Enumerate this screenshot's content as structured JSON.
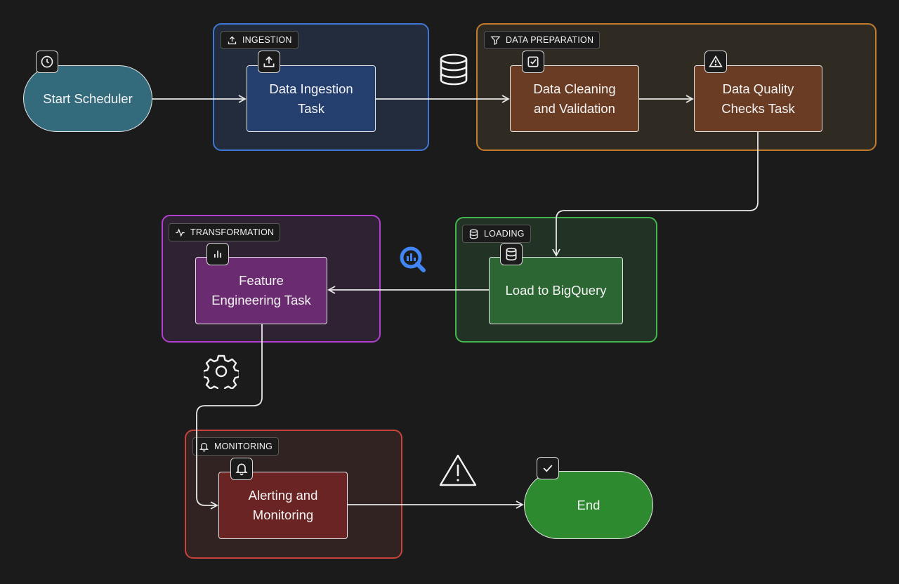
{
  "groups": {
    "ingestion": "INGESTION",
    "data_preparation": "DATA PREPARATION",
    "transformation": "TRANSFORMATION",
    "loading": "LOADING",
    "monitoring": "MONITORING"
  },
  "nodes": {
    "start": "Start Scheduler",
    "ingest": "Data Ingestion\nTask",
    "clean": "Data Cleaning\nand Validation",
    "quality": "Data Quality\nChecks Task",
    "load": "Load to BigQuery",
    "feature": "Feature\nEngineering Task",
    "alert": "Alerting and\nMonitoring",
    "end": "End"
  },
  "icons": {
    "start": "clock-icon",
    "ingest": "upload-icon",
    "clean": "checkbox-icon",
    "quality": "warning-icon",
    "load": "database-icon",
    "feature": "bar-chart-icon",
    "alert": "bell-icon",
    "end": "check-icon",
    "floating": [
      "database-icon",
      "bigquery-icon",
      "gear-icon",
      "warning-icon"
    ]
  },
  "colors": {
    "background": "#1b1b1b",
    "ingestion": "#3f78d6",
    "data_preparation": "#c27c2c",
    "transformation": "#b23fcf",
    "loading": "#44b74c",
    "monitoring": "#c8433b",
    "bigquery": "#4285f4",
    "connector": "#e8e8e8"
  }
}
